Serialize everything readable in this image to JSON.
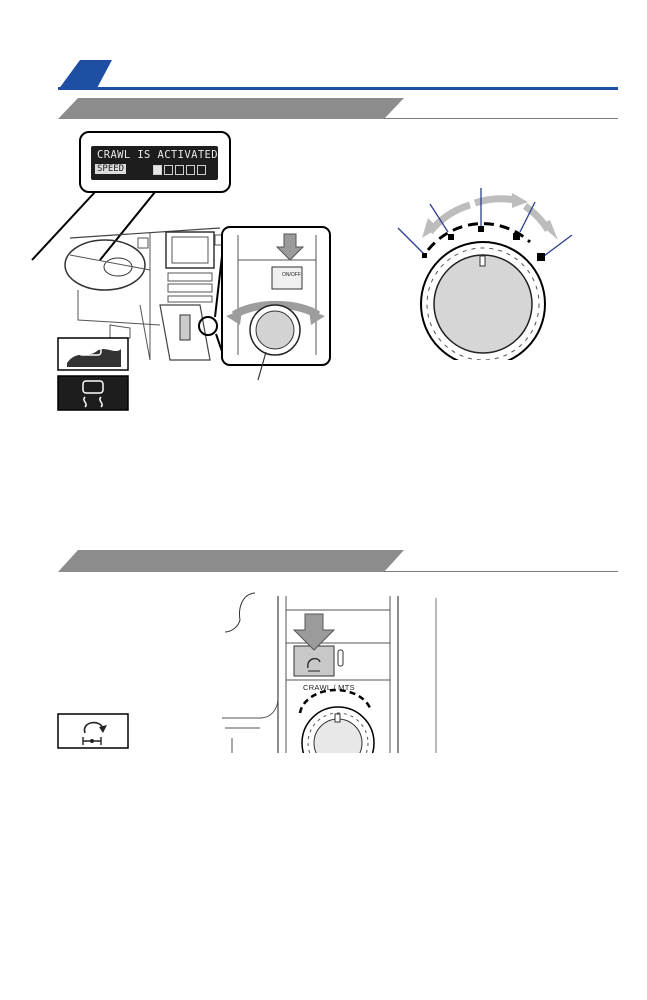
{
  "colors": {
    "accent_blue": "#1f4fa3",
    "dark_blue": "#15397a",
    "header_gray": "#8c8c8c",
    "arrow_gray": "#b7b7b7",
    "callout_line": "#2b3f8c"
  },
  "display": {
    "line1": "CRAWL IS ACTIVATED",
    "line2": "SPEED",
    "bars": [
      true,
      false,
      false,
      false,
      false
    ]
  },
  "controls": {
    "onoff_label": "ON/OFF",
    "crawl_label": "CRAWL / MTS"
  },
  "icons": {
    "terrain": "terrain-mode-icon",
    "slip": "vehicle-slip-icon",
    "turn_assist": "turn-assist-icon",
    "press": "press-arrow-icon"
  }
}
